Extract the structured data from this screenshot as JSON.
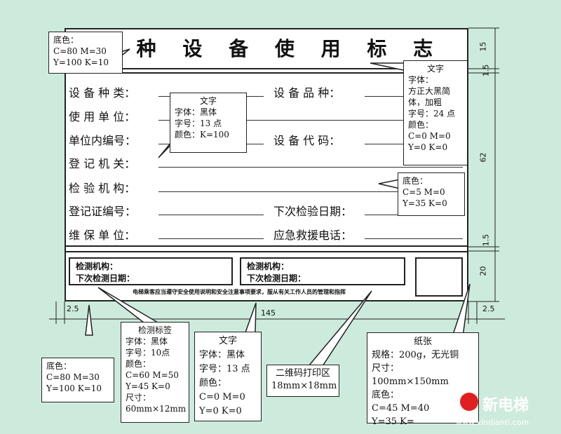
{
  "sign": {
    "title": "特 种 设 备 使 用 标 志",
    "fields_left": [
      "设 备 种 类：",
      "使 用 单 位：",
      "单位内编号：",
      "登 记 机 关：",
      "检 验 机 构：",
      "登记证编号：",
      "维 保 单 位："
    ],
    "fields_right": [
      "设 备 品 种：",
      "设 备 代 码：",
      "下次检验日期：",
      "应急救援电话："
    ],
    "label1": {
      "line1": "检测机构：",
      "line2": "下次检测日期："
    },
    "label2": {
      "line1": "检测机构：",
      "line2": "下次检测日期："
    },
    "note": "电梯乘客应当遵守安全使用说明和安全注意事项要求，服从有关工作人员的管理和指挥"
  },
  "dimensions": {
    "left_margin": "2.5",
    "width": "145",
    "right_margin": "2.5",
    "top": "15",
    "gap1": "1.5",
    "middle": "62",
    "gap2": "1.5",
    "bottom": "20"
  },
  "callouts": {
    "bg_top": [
      "底色：",
      "C=80    M=30",
      "Y=100   K=10"
    ],
    "title_text": [
      "文字",
      "字体：",
      "方正大黑简",
      "体，加粗",
      "字号：24 点",
      "颜色：",
      "C=0    M=0",
      "Y=0    K=0"
    ],
    "field_text": [
      "文字",
      "字体：黑体",
      "字号：13 点",
      "颜色：K=100"
    ],
    "bg_right": [
      "底色：",
      "C=5      M=0",
      "Y=35    K=0"
    ],
    "bg_bottom": [
      "底色：",
      "C=80     M=30",
      "Y=100   K=10"
    ],
    "label": [
      "检测标签",
      "字体：黑体",
      "字号：10点",
      "颜色：",
      "C=60  M=50",
      "Y=45  K=0",
      "尺寸：",
      "60mm×12mm"
    ],
    "note_text": [
      "文字",
      "字体：黑体",
      "字号：13 点",
      "颜色：",
      "C=0    M=0",
      "Y=0    K=0"
    ],
    "qr": [
      "二维码打印区",
      "18mm×18mm"
    ],
    "paper": [
      "纸张",
      "规格：200g，无光铜",
      "尺寸：100mm×150mm",
      "底色：",
      "C=45      M=40",
      "Y=35      K="
    ]
  },
  "watermark": {
    "name": "新电梯",
    "url": "www.xindianti.com"
  }
}
